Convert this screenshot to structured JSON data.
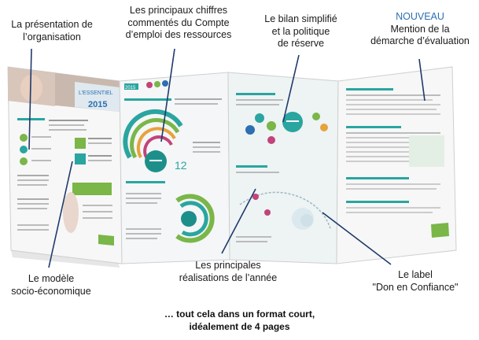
{
  "callouts": {
    "presentation": [
      "La présentation de",
      "l’organisation"
    ],
    "chiffres": [
      "Les principaux chiffres",
      "commentés du Compte",
      "d’emploi des ressources"
    ],
    "bilan": [
      "Le bilan simplifié",
      "et la politique",
      "de réserve"
    ],
    "nouveau_tag": "NOUVEAU",
    "evaluation": [
      "Mention de la",
      "démarche d’évaluation"
    ],
    "modele": [
      "Le modèle",
      "socio-économique"
    ],
    "realisations": [
      "Les principales",
      "réalisations de l’année"
    ],
    "label_don": [
      "Le label",
      "\"Don en Confiance\""
    ]
  },
  "footer": [
    "… tout cela dans un format court,",
    "idéalement de 4 pages"
  ],
  "brochure": {
    "cover_title": "L’ESSENTIEL",
    "cover_year": "2015",
    "page2_year": "2015",
    "page2_big_number": "12"
  },
  "colors": {
    "arrow": "#1f3a6b",
    "accent_teal": "#2aa5a0",
    "accent_green": "#7ab648",
    "accent_blue": "#2c6fb3"
  }
}
